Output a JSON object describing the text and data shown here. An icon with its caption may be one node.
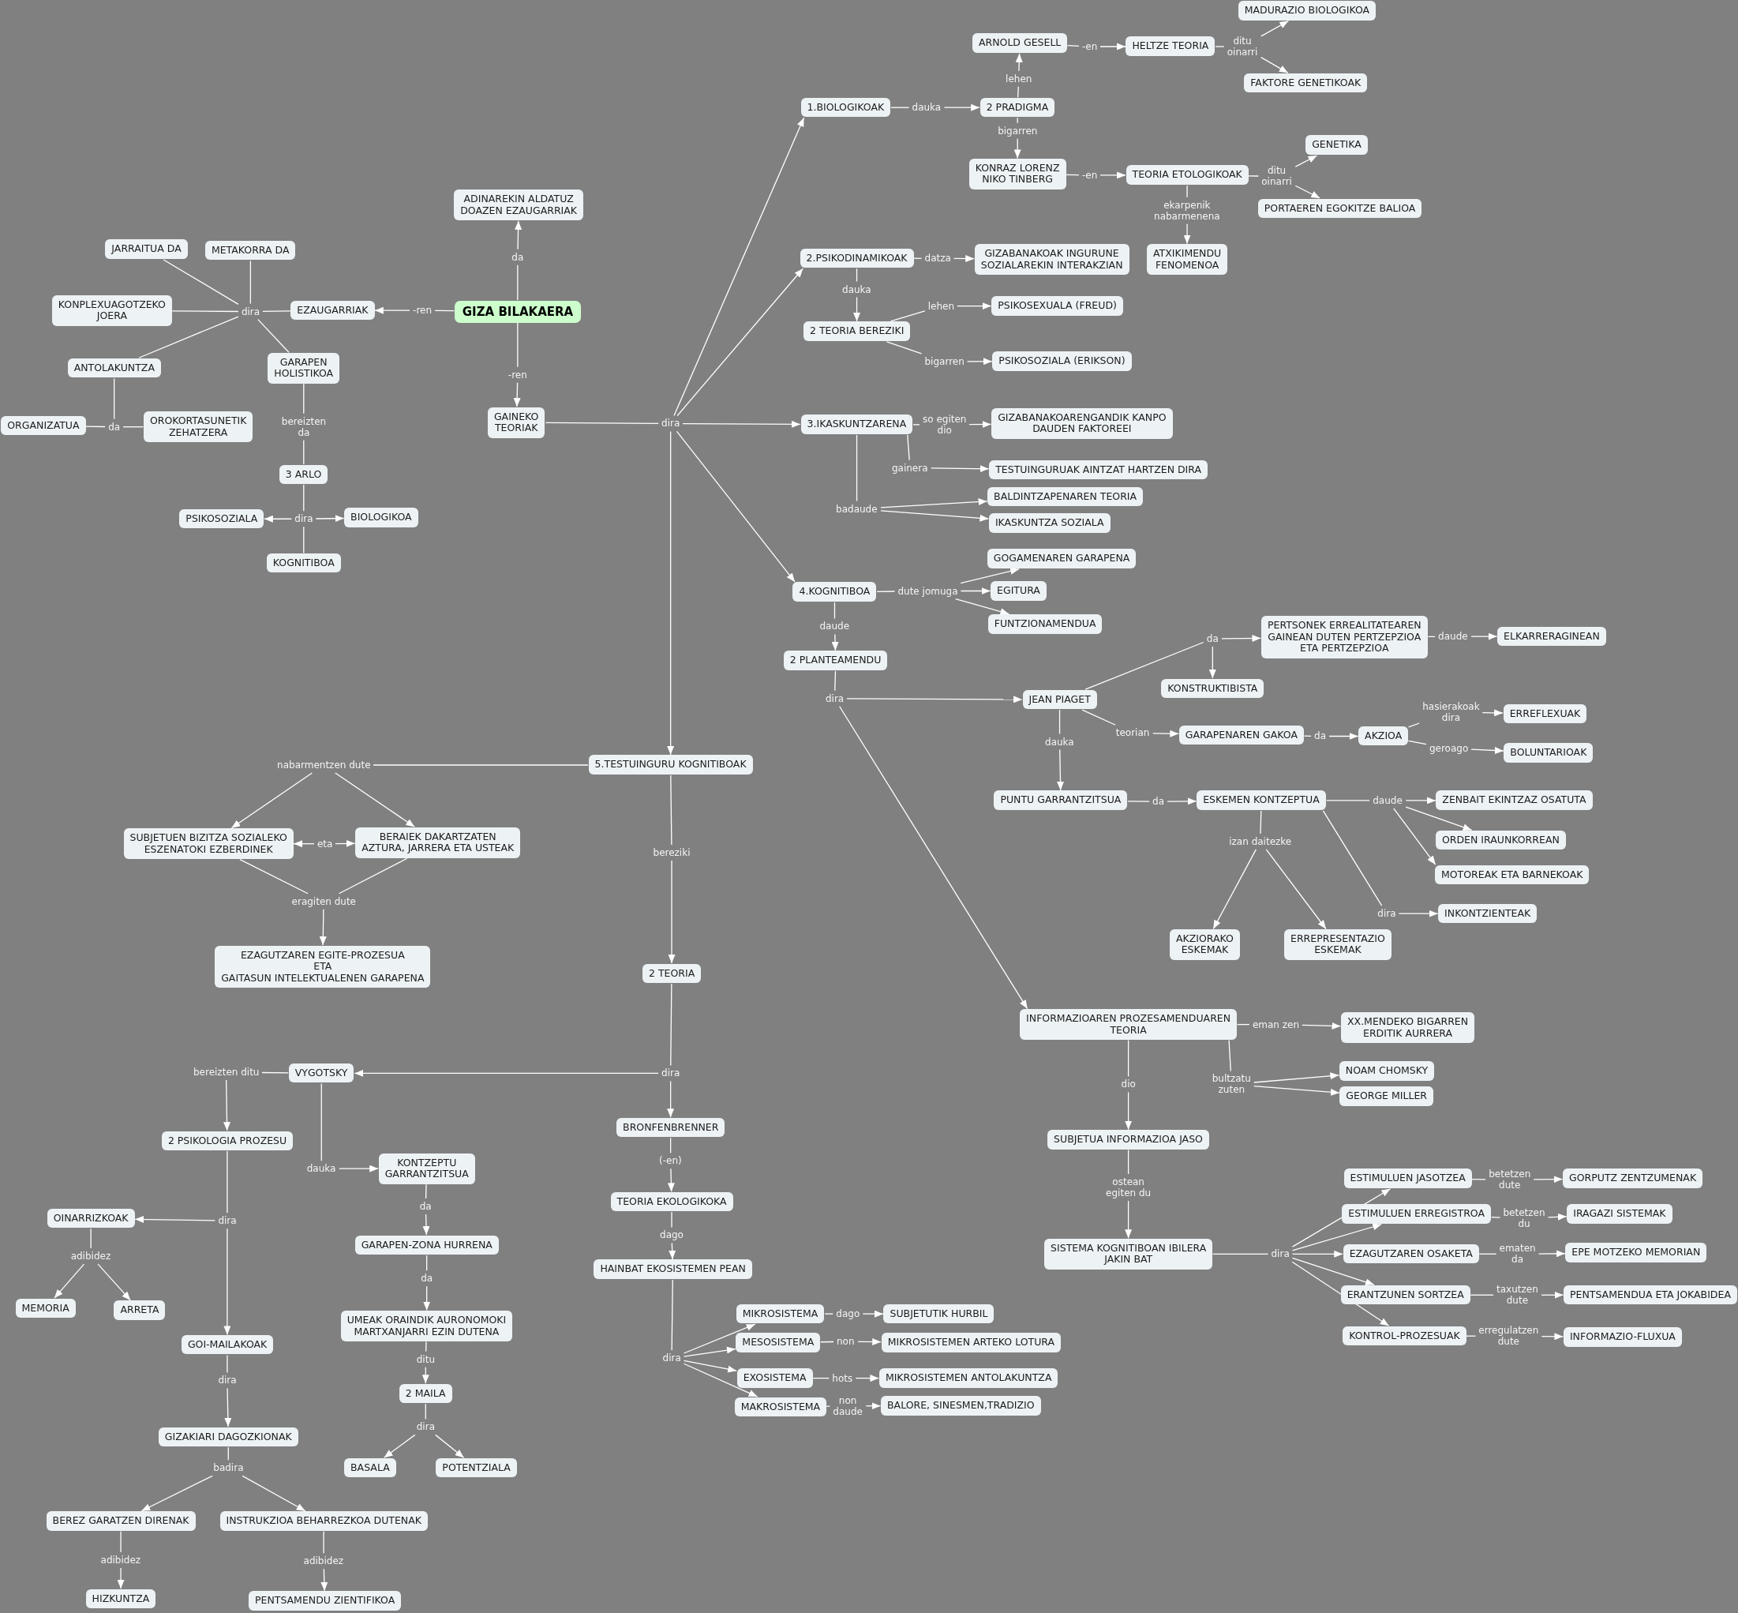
{
  "diagram": {
    "nodes": [
      {
        "text": [
          "GIZA BILAKAERA"
        ]
      },
      {
        "text": [
          "da"
        ]
      },
      {
        "text": [
          "ADINAREKIN ALDATUZ DOAZEN EZAUGARRIAK"
        ]
      },
      {
        "text": [
          "-ren"
        ]
      },
      {
        "text": [
          "EZAUGARRIAK"
        ]
      },
      {
        "text": [
          "dira"
        ]
      },
      {
        "text": [
          "JARRAITUA DA"
        ]
      },
      {
        "text": [
          "METAKORRA DA"
        ]
      },
      {
        "text": [
          "KONPLEXUAGOTZEKO JOERA"
        ]
      },
      {
        "text": [
          "ANTOLAKUNTZA"
        ]
      },
      {
        "text": [
          "GARAPEN HOLISTIKOA"
        ]
      },
      {
        "text": [
          "da"
        ]
      },
      {
        "text": [
          "ORGANIZATUA"
        ]
      },
      {
        "text": [
          "OROKORTASUNETIK ZEHATZERA"
        ]
      },
      {
        "text": [
          "bereizten da"
        ]
      },
      {
        "text": [
          "3 ARLO"
        ]
      },
      {
        "text": [
          "dira"
        ]
      },
      {
        "text": [
          "PSIKOSOZIALA"
        ]
      },
      {
        "text": [
          "BIOLOGIKOA"
        ]
      },
      {
        "text": [
          "KOGNITIBOA"
        ]
      },
      {
        "text": [
          "-ren"
        ]
      },
      {
        "text": [
          "GAINEKO TEORIAK"
        ]
      },
      {
        "text": [
          "dira"
        ]
      },
      {
        "text": [
          "1.BIOLOGIKOAK"
        ]
      },
      {
        "text": [
          "dauka"
        ]
      },
      {
        "text": [
          "2 PRADIGMA"
        ]
      },
      {
        "text": [
          "lehen"
        ]
      },
      {
        "text": [
          "ARNOLD GESELL"
        ]
      },
      {
        "text": [
          "-en"
        ]
      },
      {
        "text": [
          "HELTZE TEORIA"
        ]
      },
      {
        "text": [
          "ditu oinarri"
        ]
      },
      {
        "text": [
          "MADURAZIO BIOLOGIKOA"
        ]
      },
      {
        "text": [
          "FAKTORE GENETIKOAK"
        ]
      },
      {
        "text": [
          "bigarren"
        ]
      },
      {
        "text": [
          "KONRAZ LORENZ NIKO TINBERG"
        ]
      },
      {
        "text": [
          "-en"
        ]
      },
      {
        "text": [
          "TEORIA ETOLOGIKOAK"
        ]
      },
      {
        "text": [
          "ditu oinarri"
        ]
      },
      {
        "text": [
          "GENETIKA"
        ]
      },
      {
        "text": [
          "PORTAEREN EGOKITZE BALIOA"
        ]
      },
      {
        "text": [
          "ekarpenik nabarmenena"
        ]
      },
      {
        "text": [
          "ATXIKIMENDU FENOMENOA"
        ]
      },
      {
        "text": [
          "2.PSIKODINAMIKOAK"
        ]
      },
      {
        "text": [
          "datza"
        ]
      },
      {
        "text": [
          "GIZABANAKOAK INGURUNE SOZIALAREKIN INTERAKZIAN"
        ]
      },
      {
        "text": [
          "dauka"
        ]
      },
      {
        "text": [
          "2 TEORIA BEREZIKI"
        ]
      },
      {
        "text": [
          "lehen"
        ]
      },
      {
        "text": [
          "PSIKOSEXUALA (FREUD)"
        ]
      },
      {
        "text": [
          "bigarren"
        ]
      },
      {
        "text": [
          "PSIKOSOZIALA (ERIKSON)"
        ]
      },
      {
        "text": [
          "3.IKASKUNTZARENA"
        ]
      },
      {
        "text": [
          "so egiten dio"
        ]
      },
      {
        "text": [
          "GIZABANAKOARENGANDIK KANPO DAUDEN FAKTOREEI"
        ]
      },
      {
        "text": [
          "gainera"
        ]
      },
      {
        "text": [
          "TESTUINGURUAK AINTZAT HARTZEN DIRA"
        ]
      },
      {
        "text": [
          "badaude"
        ]
      },
      {
        "text": [
          "BALDINTZAPENAREN TEORIA"
        ]
      },
      {
        "text": [
          "IKASKUNTZA SOZIALA"
        ]
      },
      {
        "text": [
          "4.KOGNITIBOA"
        ]
      },
      {
        "text": [
          "dute jomuga"
        ]
      },
      {
        "text": [
          "GOGAMENAREN GARAPENA"
        ]
      },
      {
        "text": [
          "EGITURA"
        ]
      },
      {
        "text": [
          "FUNTZIONAMENDUA"
        ]
      },
      {
        "text": [
          "daude"
        ]
      },
      {
        "text": [
          "2 PLANTEAMENDU"
        ]
      },
      {
        "text": [
          "dira"
        ]
      },
      {
        "text": [
          "JEAN PIAGET"
        ]
      },
      {
        "text": [
          "da"
        ]
      },
      {
        "text": [
          "PERTSONEK ERREALITATEAREN GAINEAN DUTEN PERTZEPZIOA ETA PERTZEPZIOA"
        ]
      },
      {
        "text": [
          "daude"
        ]
      },
      {
        "text": [
          "ELKARRERAGINEAN"
        ]
      },
      {
        "text": [
          "KONSTRUKTIBISTA"
        ]
      },
      {
        "text": [
          "teorian"
        ]
      },
      {
        "text": [
          "GARAPENAREN GAKOA"
        ]
      },
      {
        "text": [
          "da"
        ]
      },
      {
        "text": [
          "AKZIOA"
        ]
      },
      {
        "text": [
          "hasierakoak dira"
        ]
      },
      {
        "text": [
          "ERREFLEXUAK"
        ]
      },
      {
        "text": [
          "geroago"
        ]
      },
      {
        "text": [
          "BOLUNTARIOAK"
        ]
      },
      {
        "text": [
          "dauka"
        ]
      },
      {
        "text": [
          "PUNTU GARRANTZITSUA"
        ]
      },
      {
        "text": [
          "da"
        ]
      },
      {
        "text": [
          "ESKEMEN KONTZEPTUA"
        ]
      },
      {
        "text": [
          "daude"
        ]
      },
      {
        "text": [
          "ZENBAIT EKINTZAZ OSATUTA"
        ]
      },
      {
        "text": [
          "ORDEN IRAUNKORREAN"
        ]
      },
      {
        "text": [
          "MOTOREAK ETA BARNEKOAK"
        ]
      },
      {
        "text": [
          "izan daitezke"
        ]
      },
      {
        "text": [
          "AKZIORAKO ESKEMAK"
        ]
      },
      {
        "text": [
          "ERREPRESENTAZIO ESKEMAK"
        ]
      },
      {
        "text": [
          "dira"
        ]
      },
      {
        "text": [
          "INKONTZIENTEAK"
        ]
      },
      {
        "text": [
          "INFORMAZIOAREN PROZESAMENDUAREN TEORIA"
        ]
      },
      {
        "text": [
          "eman zen"
        ]
      },
      {
        "text": [
          "XX.MENDEKO BIGARREN ERDITIK AURRERA"
        ]
      },
      {
        "text": [
          "bultzatu zuten"
        ]
      },
      {
        "text": [
          "NOAM CHOMSKY"
        ]
      },
      {
        "text": [
          "GEORGE MILLER"
        ]
      },
      {
        "text": [
          "dio"
        ]
      },
      {
        "text": [
          "SUBJETUA INFORMAZIOA JASO"
        ]
      },
      {
        "text": [
          "ostean egiten du"
        ]
      },
      {
        "text": [
          "SISTEMA KOGNITIBOAN IBILERA JAKIN BAT"
        ]
      },
      {
        "text": [
          "dira"
        ]
      },
      {
        "text": [
          "ESTIMULUEN JASOTZEA"
        ]
      },
      {
        "text": [
          "betetzen dute"
        ]
      },
      {
        "text": [
          "GORPUTZ ZENTZUMENAK"
        ]
      },
      {
        "text": [
          "ESTIMULUEN ERREGISTROA"
        ]
      },
      {
        "text": [
          "betetzen du"
        ]
      },
      {
        "text": [
          "IRAGAZI SISTEMAK"
        ]
      },
      {
        "text": [
          "EZAGUTZAREN OSAKETA"
        ]
      },
      {
        "text": [
          "ematen da"
        ]
      },
      {
        "text": [
          "EPE MOTZEKO MEMORIAN"
        ]
      },
      {
        "text": [
          "ERANTZUNEN SORTZEA"
        ]
      },
      {
        "text": [
          "taxutzen dute"
        ]
      },
      {
        "text": [
          "PENTSAMENDUA ETA JOKABIDEA"
        ]
      },
      {
        "text": [
          "KONTROL-PROZESUAK"
        ]
      },
      {
        "text": [
          "erregulatzen dute"
        ]
      },
      {
        "text": [
          "INFORMAZIO-FLUXUA"
        ]
      },
      {
        "text": [
          "5.TESTUINGURU KOGNITIBOAK"
        ]
      },
      {
        "text": [
          "nabarmentzen dute"
        ]
      },
      {
        "text": [
          "SUBJETUEN BIZITZA SOZIALEKO ESZENATOKI EZBERDINEK"
        ]
      },
      {
        "text": [
          "eta"
        ]
      },
      {
        "text": [
          "BERAIEK DAKARTZATEN AZTURA, JARRERA ETA USTEAK"
        ]
      },
      {
        "text": [
          "eragiten dute"
        ]
      },
      {
        "text": [
          "EZAGUTZAREN EGITE-PROZESUA ETA GAITASUN INTELEKTUALENEN GARAPENA"
        ]
      },
      {
        "text": [
          "bereziki"
        ]
      },
      {
        "text": [
          "2 TEORIA"
        ]
      },
      {
        "text": [
          "dira"
        ]
      },
      {
        "text": [
          "VYGOTSKY"
        ]
      },
      {
        "text": [
          "bereizten ditu"
        ]
      },
      {
        "text": [
          "2 PSIKOLOGIA PROZESU"
        ]
      },
      {
        "text": [
          "dira"
        ]
      },
      {
        "text": [
          "OINARRIZKOAK"
        ]
      },
      {
        "text": [
          "adibidez"
        ]
      },
      {
        "text": [
          "MEMORIA"
        ]
      },
      {
        "text": [
          "ARRETA"
        ]
      },
      {
        "text": [
          "GOI-MAILAKOAK"
        ]
      },
      {
        "text": [
          "dira"
        ]
      },
      {
        "text": [
          "GIZAKIARI DAGOZKIONAK"
        ]
      },
      {
        "text": [
          "badira"
        ]
      },
      {
        "text": [
          "BEREZ GARATZEN DIRENAK"
        ]
      },
      {
        "text": [
          "INSTRUKZIOA BEHARREZKOA DUTENAK"
        ]
      },
      {
        "text": [
          "adibidez"
        ]
      },
      {
        "text": [
          "HIZKUNTZA"
        ]
      },
      {
        "text": [
          "adibidez"
        ]
      },
      {
        "text": [
          "PENTSAMENDU ZIENTIFIKOA"
        ]
      },
      {
        "text": [
          "dauka"
        ]
      },
      {
        "text": [
          "KONTZEPTU GARRANTZITSUA"
        ]
      },
      {
        "text": [
          "da"
        ]
      },
      {
        "text": [
          "GARAPEN-ZONA HURRENA"
        ]
      },
      {
        "text": [
          "da"
        ]
      },
      {
        "text": [
          "UMEAK ORAINDIK AURONOMOKI MARTXANJARRI EZIN DUTENA"
        ]
      },
      {
        "text": [
          "ditu"
        ]
      },
      {
        "text": [
          "2 MAILA"
        ]
      },
      {
        "text": [
          "dira"
        ]
      },
      {
        "text": [
          "BASALA"
        ]
      },
      {
        "text": [
          "POTENTZIALA"
        ]
      },
      {
        "text": [
          "BRONFENBRENNER"
        ]
      },
      {
        "text": [
          "(-en)"
        ]
      },
      {
        "text": [
          "TEORIA EKOLOGIKOKA"
        ]
      },
      {
        "text": [
          "dago"
        ]
      },
      {
        "text": [
          "HAINBAT EKOSISTEMEN PEAN"
        ]
      },
      {
        "text": [
          "dira"
        ]
      },
      {
        "text": [
          "MIKROSISTEMA"
        ]
      },
      {
        "text": [
          "dago"
        ]
      },
      {
        "text": [
          "SUBJETUTIK HURBIL"
        ]
      },
      {
        "text": [
          "MESOSISTEMA"
        ]
      },
      {
        "text": [
          "non"
        ]
      },
      {
        "text": [
          "MIKROSISTEMEN ARTEKO LOTURA"
        ]
      },
      {
        "text": [
          "EXOSISTEMA"
        ]
      },
      {
        "text": [
          "hots"
        ]
      },
      {
        "text": [
          "MIKROSISTEMEN ANTOLAKUNTZA"
        ]
      },
      {
        "text": [
          "MAKROSISTEMA"
        ]
      },
      {
        "text": [
          "non daude"
        ]
      },
      {
        "text": [
          "BALORE, SINESMEN,TRADIZIO"
        ]
      }
    ],
    "edges": [
      {
        "from": 0,
        "to": 1,
        "arrow": "none"
      },
      {
        "from": 1,
        "to": 2,
        "arrow": "to"
      },
      {
        "from": 0,
        "to": 3,
        "arrow": "none"
      },
      {
        "from": 3,
        "to": 4,
        "arrow": "to"
      },
      {
        "from": 4,
        "to": 5,
        "arrow": "none"
      },
      {
        "from": 5,
        "to": 6,
        "arrow": "none"
      },
      {
        "from": 5,
        "to": 7,
        "arrow": "none"
      },
      {
        "from": 5,
        "to": 8,
        "arrow": "none"
      },
      {
        "from": 5,
        "to": 9,
        "arrow": "none"
      },
      {
        "from": 5,
        "to": 10,
        "arrow": "none"
      },
      {
        "from": 9,
        "to": 11,
        "arrow": "none"
      },
      {
        "from": 11,
        "to": 12,
        "arrow": "none"
      },
      {
        "from": 11,
        "to": 13,
        "arrow": "none"
      },
      {
        "from": 10,
        "to": 14,
        "arrow": "none"
      },
      {
        "from": 14,
        "to": 15,
        "arrow": "none"
      },
      {
        "from": 15,
        "to": 16,
        "arrow": "none"
      },
      {
        "from": 16,
        "to": 17,
        "arrow": "to"
      },
      {
        "from": 16,
        "to": 18,
        "arrow": "to"
      },
      {
        "from": 16,
        "to": 19,
        "arrow": "none"
      },
      {
        "from": 0,
        "to": 20,
        "arrow": "none"
      },
      {
        "from": 20,
        "to": 21,
        "arrow": "to"
      },
      {
        "from": 21,
        "to": 22,
        "arrow": "none"
      },
      {
        "from": 22,
        "to": 23,
        "arrow": "to"
      },
      {
        "from": 22,
        "to": 42,
        "arrow": "to"
      },
      {
        "from": 22,
        "to": 51,
        "arrow": "to"
      },
      {
        "from": 22,
        "to": 59,
        "arrow": "to"
      },
      {
        "from": 22,
        "to": 120,
        "arrow": "to"
      },
      {
        "from": 23,
        "to": 24,
        "arrow": "none"
      },
      {
        "from": 24,
        "to": 25,
        "arrow": "to"
      },
      {
        "from": 25,
        "to": 26,
        "arrow": "none"
      },
      {
        "from": 26,
        "to": 27,
        "arrow": "to"
      },
      {
        "from": 27,
        "to": 28,
        "arrow": "none"
      },
      {
        "from": 28,
        "to": 29,
        "arrow": "to"
      },
      {
        "from": 29,
        "to": 30,
        "arrow": "none"
      },
      {
        "from": 30,
        "to": 31,
        "arrow": "to"
      },
      {
        "from": 30,
        "to": 32,
        "arrow": "to"
      },
      {
        "from": 25,
        "to": 33,
        "arrow": "none"
      },
      {
        "from": 33,
        "to": 34,
        "arrow": "to"
      },
      {
        "from": 34,
        "to": 35,
        "arrow": "none"
      },
      {
        "from": 35,
        "to": 36,
        "arrow": "to"
      },
      {
        "from": 36,
        "to": 37,
        "arrow": "none"
      },
      {
        "from": 37,
        "to": 38,
        "arrow": "to"
      },
      {
        "from": 37,
        "to": 39,
        "arrow": "to"
      },
      {
        "from": 36,
        "to": 40,
        "arrow": "none"
      },
      {
        "from": 40,
        "to": 41,
        "arrow": "to"
      },
      {
        "from": 42,
        "to": 43,
        "arrow": "none"
      },
      {
        "from": 43,
        "to": 44,
        "arrow": "to"
      },
      {
        "from": 42,
        "to": 45,
        "arrow": "none"
      },
      {
        "from": 45,
        "to": 46,
        "arrow": "to"
      },
      {
        "from": 46,
        "to": 47,
        "arrow": "none"
      },
      {
        "from": 47,
        "to": 48,
        "arrow": "to"
      },
      {
        "from": 46,
        "to": 49,
        "arrow": "none"
      },
      {
        "from": 49,
        "to": 50,
        "arrow": "to"
      },
      {
        "from": 51,
        "to": 52,
        "arrow": "none"
      },
      {
        "from": 52,
        "to": 53,
        "arrow": "to"
      },
      {
        "from": 51,
        "to": 54,
        "arrow": "none"
      },
      {
        "from": 54,
        "to": 55,
        "arrow": "to"
      },
      {
        "from": 51,
        "to": 56,
        "arrow": "none"
      },
      {
        "from": 56,
        "to": 57,
        "arrow": "to"
      },
      {
        "from": 56,
        "to": 58,
        "arrow": "to"
      },
      {
        "from": 59,
        "to": 60,
        "arrow": "none"
      },
      {
        "from": 60,
        "to": 61,
        "arrow": "to"
      },
      {
        "from": 60,
        "to": 62,
        "arrow": "to"
      },
      {
        "from": 60,
        "to": 63,
        "arrow": "to"
      },
      {
        "from": 59,
        "to": 64,
        "arrow": "none"
      },
      {
        "from": 64,
        "to": 65,
        "arrow": "to"
      },
      {
        "from": 65,
        "to": 66,
        "arrow": "none"
      },
      {
        "from": 66,
        "to": 67,
        "arrow": "to"
      },
      {
        "from": 66,
        "to": 94,
        "arrow": "to"
      },
      {
        "from": 67,
        "to": 68,
        "arrow": "none"
      },
      {
        "from": 68,
        "to": 69,
        "arrow": "to"
      },
      {
        "from": 68,
        "to": 72,
        "arrow": "to"
      },
      {
        "from": 69,
        "to": 70,
        "arrow": "none"
      },
      {
        "from": 70,
        "to": 71,
        "arrow": "to"
      },
      {
        "from": 67,
        "to": 73,
        "arrow": "none"
      },
      {
        "from": 73,
        "to": 74,
        "arrow": "to"
      },
      {
        "from": 74,
        "to": 75,
        "arrow": "none"
      },
      {
        "from": 75,
        "to": 76,
        "arrow": "to"
      },
      {
        "from": 76,
        "to": 77,
        "arrow": "none"
      },
      {
        "from": 77,
        "to": 78,
        "arrow": "to"
      },
      {
        "from": 76,
        "to": 79,
        "arrow": "none"
      },
      {
        "from": 79,
        "to": 80,
        "arrow": "to"
      },
      {
        "from": 67,
        "to": 81,
        "arrow": "none"
      },
      {
        "from": 81,
        "to": 82,
        "arrow": "to"
      },
      {
        "from": 82,
        "to": 83,
        "arrow": "none"
      },
      {
        "from": 83,
        "to": 84,
        "arrow": "to"
      },
      {
        "from": 84,
        "to": 85,
        "arrow": "none"
      },
      {
        "from": 85,
        "to": 86,
        "arrow": "to"
      },
      {
        "from": 85,
        "to": 87,
        "arrow": "to"
      },
      {
        "from": 85,
        "to": 88,
        "arrow": "to"
      },
      {
        "from": 84,
        "to": 89,
        "arrow": "none"
      },
      {
        "from": 89,
        "to": 90,
        "arrow": "to"
      },
      {
        "from": 89,
        "to": 91,
        "arrow": "to"
      },
      {
        "from": 84,
        "to": 92,
        "arrow": "none"
      },
      {
        "from": 92,
        "to": 93,
        "arrow": "to"
      },
      {
        "from": 94,
        "to": 95,
        "arrow": "none"
      },
      {
        "from": 95,
        "to": 96,
        "arrow": "to"
      },
      {
        "from": 94,
        "to": 97,
        "arrow": "none"
      },
      {
        "from": 97,
        "to": 98,
        "arrow": "to"
      },
      {
        "from": 97,
        "to": 99,
        "arrow": "to"
      },
      {
        "from": 94,
        "to": 100,
        "arrow": "none"
      },
      {
        "from": 100,
        "to": 101,
        "arrow": "to"
      },
      {
        "from": 101,
        "to": 102,
        "arrow": "none"
      },
      {
        "from": 102,
        "to": 103,
        "arrow": "to"
      },
      {
        "from": 103,
        "to": 104,
        "arrow": "none"
      },
      {
        "from": 104,
        "to": 105,
        "arrow": "to"
      },
      {
        "from": 104,
        "to": 108,
        "arrow": "to"
      },
      {
        "from": 104,
        "to": 111,
        "arrow": "to"
      },
      {
        "from": 104,
        "to": 114,
        "arrow": "to"
      },
      {
        "from": 104,
        "to": 117,
        "arrow": "to"
      },
      {
        "from": 105,
        "to": 106,
        "arrow": "none"
      },
      {
        "from": 106,
        "to": 107,
        "arrow": "to"
      },
      {
        "from": 108,
        "to": 109,
        "arrow": "none"
      },
      {
        "from": 109,
        "to": 110,
        "arrow": "to"
      },
      {
        "from": 111,
        "to": 112,
        "arrow": "none"
      },
      {
        "from": 112,
        "to": 113,
        "arrow": "to"
      },
      {
        "from": 114,
        "to": 115,
        "arrow": "none"
      },
      {
        "from": 115,
        "to": 116,
        "arrow": "to"
      },
      {
        "from": 117,
        "to": 118,
        "arrow": "none"
      },
      {
        "from": 118,
        "to": 119,
        "arrow": "to"
      },
      {
        "from": 120,
        "to": 121,
        "arrow": "none"
      },
      {
        "from": 121,
        "to": 122,
        "arrow": "to"
      },
      {
        "from": 121,
        "to": 124,
        "arrow": "to"
      },
      {
        "from": 123,
        "to": 122,
        "arrow": "to"
      },
      {
        "from": 123,
        "to": 124,
        "arrow": "to"
      },
      {
        "from": 122,
        "to": 125,
        "arrow": "none"
      },
      {
        "from": 124,
        "to": 125,
        "arrow": "none"
      },
      {
        "from": 125,
        "to": 126,
        "arrow": "to"
      },
      {
        "from": 120,
        "to": 127,
        "arrow": "none"
      },
      {
        "from": 127,
        "to": 128,
        "arrow": "to"
      },
      {
        "from": 128,
        "to": 129,
        "arrow": "none"
      },
      {
        "from": 129,
        "to": 130,
        "arrow": "to"
      },
      {
        "from": 129,
        "to": 159,
        "arrow": "to"
      },
      {
        "from": 130,
        "to": 131,
        "arrow": "none"
      },
      {
        "from": 131,
        "to": 132,
        "arrow": "to"
      },
      {
        "from": 132,
        "to": 133,
        "arrow": "none"
      },
      {
        "from": 133,
        "to": 134,
        "arrow": "to"
      },
      {
        "from": 133,
        "to": 138,
        "arrow": "to"
      },
      {
        "from": 134,
        "to": 135,
        "arrow": "none"
      },
      {
        "from": 135,
        "to": 136,
        "arrow": "to"
      },
      {
        "from": 135,
        "to": 137,
        "arrow": "to"
      },
      {
        "from": 138,
        "to": 139,
        "arrow": "none"
      },
      {
        "from": 139,
        "to": 140,
        "arrow": "to"
      },
      {
        "from": 140,
        "to": 141,
        "arrow": "none"
      },
      {
        "from": 141,
        "to": 142,
        "arrow": "to"
      },
      {
        "from": 141,
        "to": 143,
        "arrow": "to"
      },
      {
        "from": 142,
        "to": 144,
        "arrow": "none"
      },
      {
        "from": 144,
        "to": 145,
        "arrow": "to"
      },
      {
        "from": 143,
        "to": 146,
        "arrow": "none"
      },
      {
        "from": 146,
        "to": 147,
        "arrow": "to"
      },
      {
        "from": 130,
        "to": 148,
        "arrow": "none"
      },
      {
        "from": 148,
        "to": 149,
        "arrow": "to"
      },
      {
        "from": 149,
        "to": 150,
        "arrow": "none"
      },
      {
        "from": 150,
        "to": 151,
        "arrow": "to"
      },
      {
        "from": 151,
        "to": 152,
        "arrow": "none"
      },
      {
        "from": 152,
        "to": 153,
        "arrow": "to"
      },
      {
        "from": 153,
        "to": 154,
        "arrow": "none"
      },
      {
        "from": 154,
        "to": 155,
        "arrow": "to"
      },
      {
        "from": 155,
        "to": 156,
        "arrow": "none"
      },
      {
        "from": 156,
        "to": 157,
        "arrow": "to"
      },
      {
        "from": 156,
        "to": 158,
        "arrow": "to"
      },
      {
        "from": 159,
        "to": 160,
        "arrow": "none"
      },
      {
        "from": 160,
        "to": 161,
        "arrow": "to"
      },
      {
        "from": 161,
        "to": 162,
        "arrow": "none"
      },
      {
        "from": 162,
        "to": 163,
        "arrow": "to"
      },
      {
        "from": 163,
        "to": 164,
        "arrow": "none"
      },
      {
        "from": 164,
        "to": 165,
        "arrow": "to"
      },
      {
        "from": 164,
        "to": 168,
        "arrow": "to"
      },
      {
        "from": 164,
        "to": 171,
        "arrow": "to"
      },
      {
        "from": 164,
        "to": 174,
        "arrow": "to"
      },
      {
        "from": 165,
        "to": 166,
        "arrow": "none"
      },
      {
        "from": 166,
        "to": 167,
        "arrow": "to"
      },
      {
        "from": 168,
        "to": 169,
        "arrow": "none"
      },
      {
        "from": 169,
        "to": 170,
        "arrow": "to"
      },
      {
        "from": 171,
        "to": 172,
        "arrow": "none"
      },
      {
        "from": 172,
        "to": 173,
        "arrow": "to"
      },
      {
        "from": 174,
        "to": 175,
        "arrow": "none"
      },
      {
        "from": 175,
        "to": 176,
        "arrow": "to"
      }
    ]
  }
}
